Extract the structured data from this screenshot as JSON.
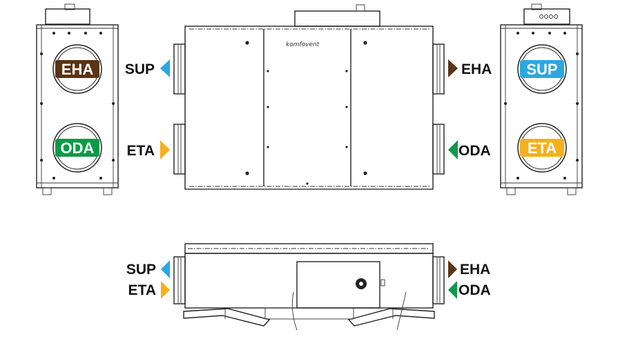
{
  "brand": "komfovent",
  "labels": {
    "eha": "EHA",
    "sup": "SUP",
    "oda": "ODA",
    "eta": "ETA"
  },
  "colors": {
    "eha": "#5a3414",
    "sup": "#2aa8e0",
    "oda": "#0c9a48",
    "eta": "#f5b01c",
    "outline": "#222222"
  },
  "views": {
    "left_side": {
      "top_port": "EHA",
      "bottom_port": "ODA"
    },
    "front": {
      "left_top": "SUP",
      "left_bottom": "ETA",
      "right_top": "EHA",
      "right_bottom": "ODA"
    },
    "right_side": {
      "top_port": "SUP",
      "bottom_port": "ETA"
    },
    "bottom": {
      "left_top": "SUP",
      "left_bottom": "ETA",
      "right_top": "EHA",
      "right_bottom": "ODA"
    }
  }
}
